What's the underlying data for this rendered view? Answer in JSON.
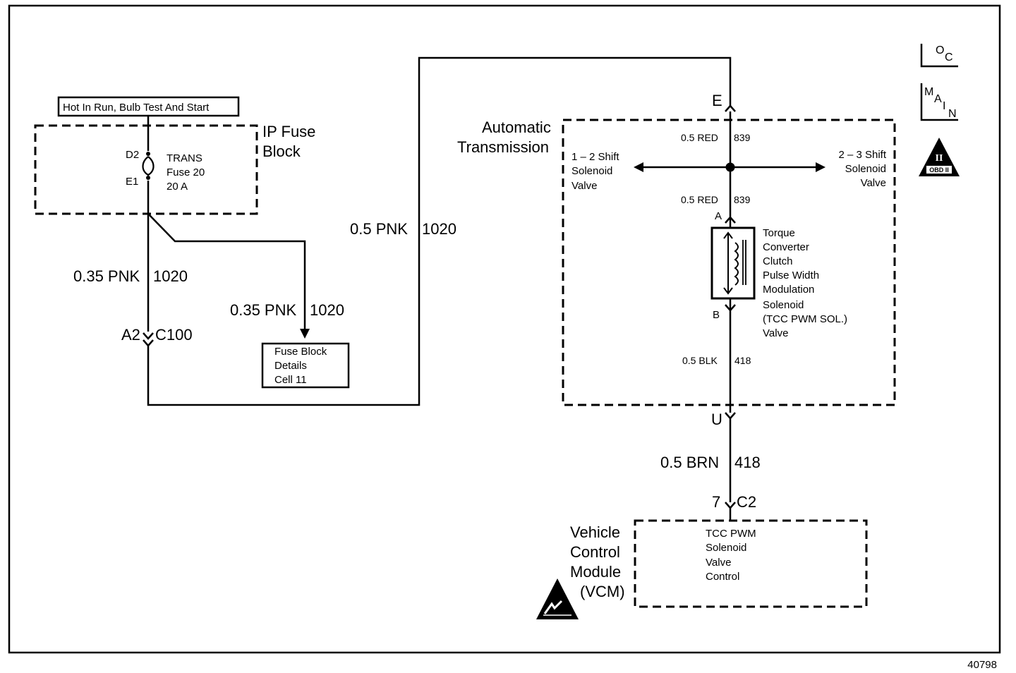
{
  "power_label": "Hot In Run, Bulb Test And Start",
  "fuse_block": {
    "name_line1": "IP Fuse",
    "name_line2": "Block",
    "terminal_top": "D2",
    "terminal_bottom": "E1",
    "fuse_line1": "TRANS",
    "fuse_line2": "Fuse 20",
    "fuse_line3": "20 A"
  },
  "wires": {
    "w1_gauge": "0.35 PNK",
    "w1_circuit": "1020",
    "w2_gauge": "0.35 PNK",
    "w2_circuit": "1020",
    "w3_gauge": "0.5 PNK",
    "w3_circuit": "1020",
    "w4_gauge": "0.5 RED",
    "w4_circuit": "839",
    "w5_gauge": "0.5 RED",
    "w5_circuit": "839",
    "w6_gauge": "0.5 BLK",
    "w6_circuit": "418",
    "w7_gauge": "0.5 BRN",
    "w7_circuit": "418"
  },
  "connectors": {
    "c100_pin": "A2",
    "c100_name": "C100",
    "trans_in": "E",
    "sol_a": "A",
    "sol_b": "B",
    "trans_out": "U",
    "vcm_pin": "7",
    "vcm_name": "C2"
  },
  "fuse_details": {
    "line1": "Fuse Block",
    "line2": "Details",
    "line3": "Cell 11"
  },
  "transmission": {
    "name_line1": "Automatic",
    "name_line2": "Transmission",
    "shift12_line1": "1 – 2 Shift",
    "shift12_line2": "Solenoid",
    "shift12_line3": "Valve",
    "shift23_line1": "2 – 3 Shift",
    "shift23_line2": "Solenoid",
    "shift23_line3": "Valve",
    "tcc_line1": "Torque",
    "tcc_line2": "Converter",
    "tcc_line3": "Clutch",
    "tcc_line4": "Pulse Width",
    "tcc_line5": "Modulation",
    "tcc_line6": "Solenoid",
    "tcc_line7": "(TCC PWM SOL.)",
    "tcc_line8": "Valve"
  },
  "vcm": {
    "name_line1": "Vehicle",
    "name_line2": "Control",
    "name_line3": "Module",
    "name_line4": "(VCM)",
    "func_line1": "TCC PWM",
    "func_line2": "Solenoid",
    "func_line3": "Valve",
    "func_line4": "Control"
  },
  "badges": {
    "oc_o": "O",
    "oc_c": "C",
    "main_m": "M",
    "main_a": "A",
    "main_i": "I",
    "main_n": "N",
    "obd_numeral": "II",
    "obd_text": "OBD II"
  },
  "figure_number": "40798",
  "icons": [
    "oc-icon",
    "main-icon",
    "obd-ii-icon",
    "esd-warning-icon"
  ]
}
